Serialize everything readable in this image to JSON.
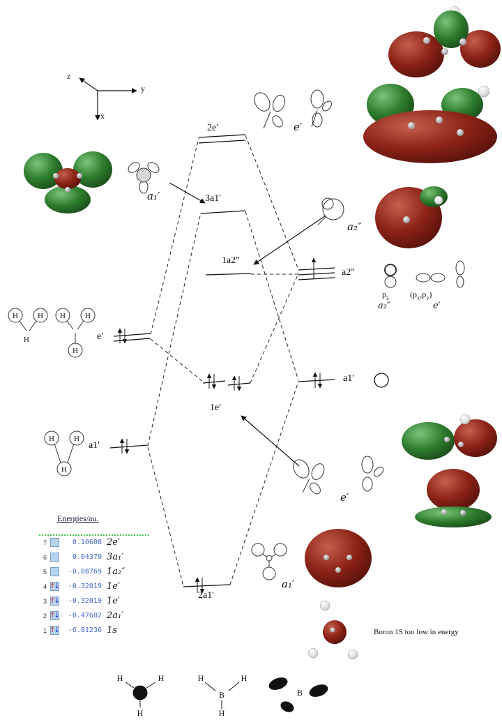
{
  "axes": {
    "z": "z",
    "y": "y",
    "x": "x"
  },
  "levels": {
    "c_2e": "2e'",
    "c_3a1": "3a1'",
    "c_1a2": "1a2\"",
    "c_1e": "1e'",
    "c_2a1": "2a1'",
    "l_e": "e'",
    "l_a1": "a1'",
    "r_a2": "a2\"",
    "r_a1": "a1'"
  },
  "sym_labels": {
    "a1_top": "a₁′",
    "e_top": "e′",
    "a2_mid": "a₂″",
    "e_low": "e′",
    "a1_low": "a₁′"
  },
  "right_aos": {
    "pz_base": "p",
    "pz_sub": "z",
    "pz_sym": "a₂″",
    "pxpy_p1": "(p",
    "pxpy_sx": "x",
    "pxpy_p2": ",p",
    "pxpy_sy": "y",
    "pxpy_p3": ")",
    "pxpy_sym": "e′"
  },
  "atoms": {
    "h": "H",
    "b": "B"
  },
  "note": {
    "boron_1s": "Boron 1S too low in energy"
  },
  "energy_table": {
    "header": "Energies/au.",
    "rows": [
      {
        "index": "7",
        "up": "",
        "down": "",
        "energy": "0.10608",
        "label": "2e′"
      },
      {
        "index": "6",
        "up": "",
        "down": "",
        "energy": "0.04379",
        "label": "3a₁′"
      },
      {
        "index": "5",
        "up": "",
        "down": "",
        "energy": "-0.08769",
        "label": "1a₂″"
      },
      {
        "index": "4",
        "up": "↑",
        "down": "↓",
        "energy": "-0.32019",
        "label": "1e′"
      },
      {
        "index": "3",
        "up": "↑",
        "down": "↓",
        "energy": "-0.32019",
        "label": "1e′"
      },
      {
        "index": "2",
        "up": "↑",
        "down": "↓",
        "energy": "-0.47602",
        "label": "2a₁′"
      },
      {
        "index": "1",
        "up": "↑",
        "down": "↓",
        "energy": "-6.81236",
        "label": "1s"
      }
    ]
  },
  "colors": {
    "lobe_green": "#2e7d2e",
    "lobe_red": "#8c2318",
    "energy_value": "#4466cc",
    "divider_green": "#3cc43c"
  }
}
